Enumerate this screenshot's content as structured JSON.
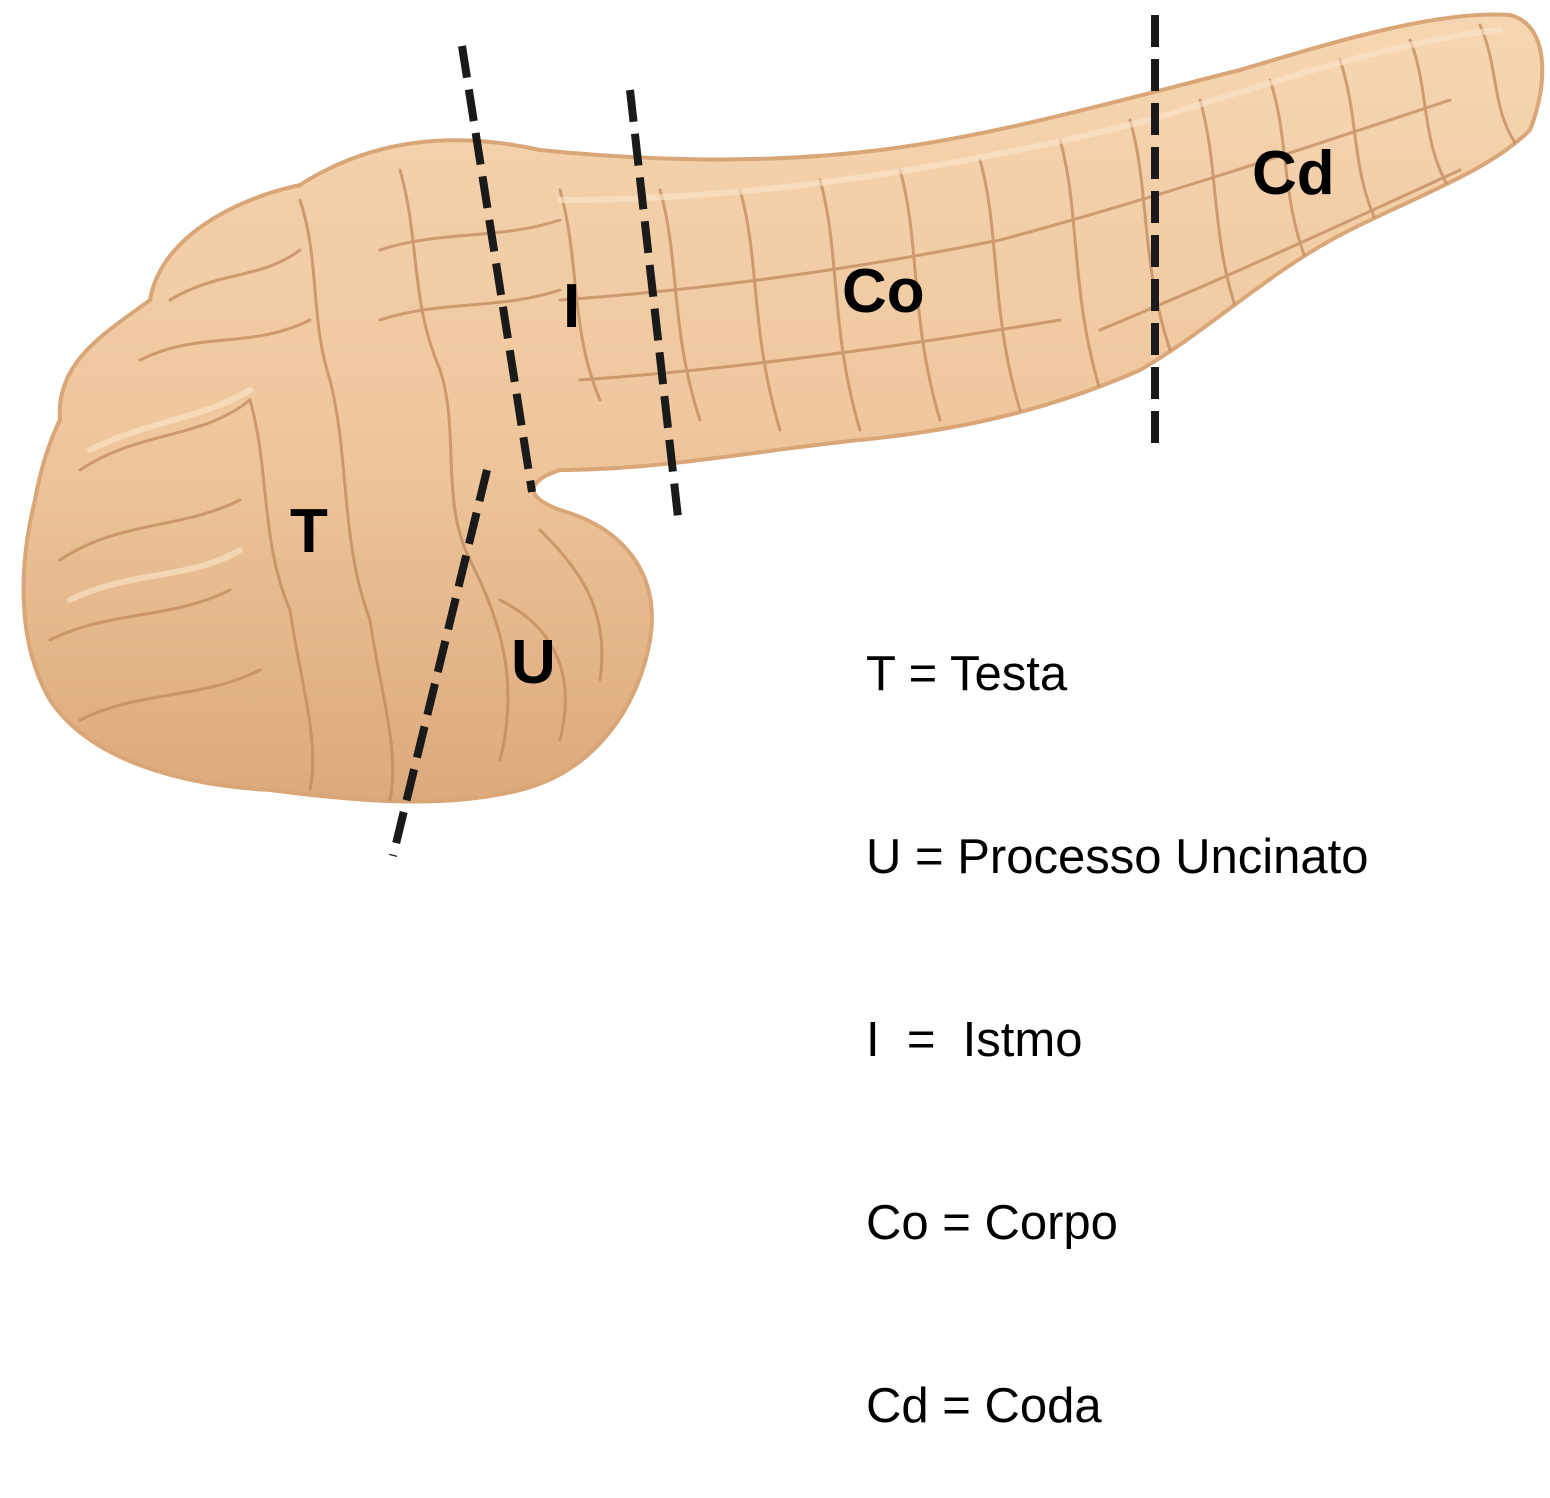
{
  "diagram": {
    "region_labels": {
      "head": "T",
      "uncinate": "U",
      "isthmus": "I",
      "body": "Co",
      "tail": "Cd"
    },
    "legend": [
      "T = Testa",
      "U = Processo Uncinato",
      "I  =  Istmo",
      "Co = Corpo",
      "Cd = Coda"
    ]
  },
  "colors": {
    "organ_fill": "#f0c9a0",
    "organ_shadow": "#d9a678",
    "organ_highlight": "#fbe6cc",
    "lobule_line": "#c08a5c",
    "divider_line": "#1a1a1a",
    "text": "#000000",
    "background": "#ffffff"
  }
}
